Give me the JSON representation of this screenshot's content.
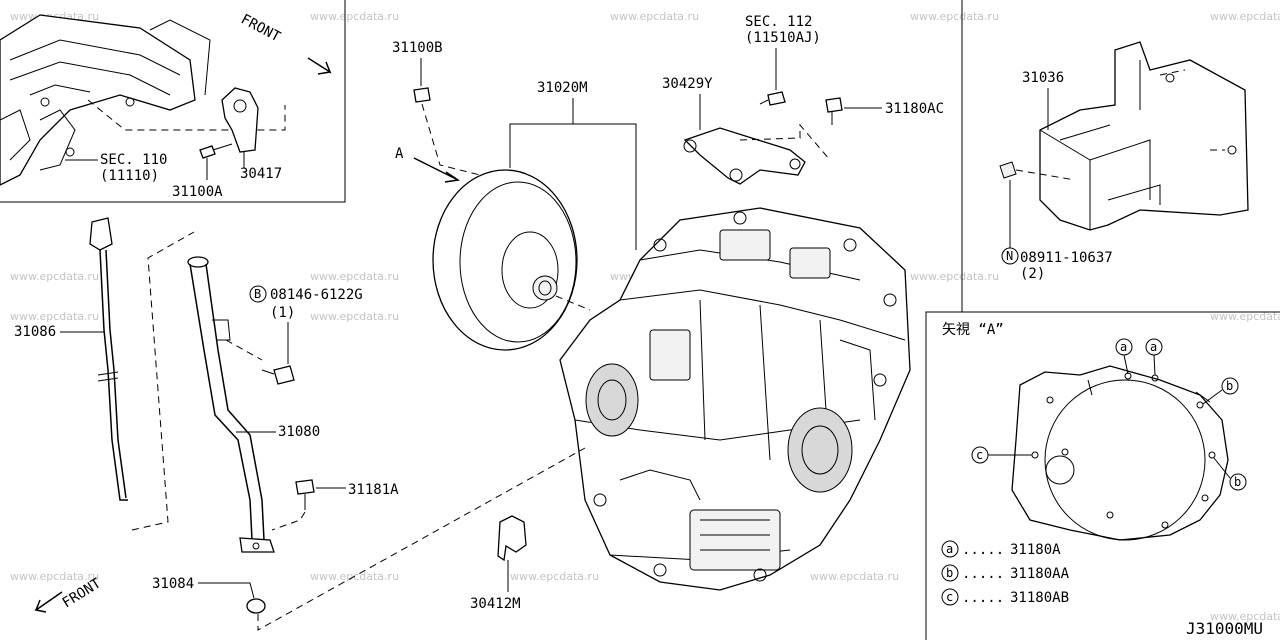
{
  "diagram_code": "J31000MU",
  "watermark": "www.epcdata.ru",
  "inset_front": {
    "front_label": "FRONT",
    "sec_110_line1": "SEC. 110",
    "sec_110_line2": "(11110)",
    "part_30417": "30417",
    "part_31100A": "31100A"
  },
  "parts": {
    "p31100B": "31100B",
    "p31020M": "31020M",
    "p30429Y": "30429Y",
    "sec_112_line1": "SEC. 112",
    "sec_112_line2": "(11510AJ)",
    "p31180AC": "31180AC",
    "p31036": "31036",
    "p08911_prefix": "N",
    "p08911": "08911-10637",
    "p08911_qty": "(2)",
    "p08146_prefix": "B",
    "p08146": "08146-6122G",
    "p08146_qty": "(1)",
    "p31086": "31086",
    "p31080": "31080",
    "p31181A": "31181A",
    "p31084": "31084",
    "p30412M": "30412M",
    "view_arrow": "A",
    "bottom_front": "FRONT"
  },
  "view_a": {
    "title": "矢視 “A”",
    "marker_a": "a",
    "marker_b": "b",
    "marker_c": "c",
    "legend": [
      {
        "marker": "a",
        "part": "31180A"
      },
      {
        "marker": "b",
        "part": "31180AA"
      },
      {
        "marker": "c",
        "part": "31180AB"
      }
    ],
    "leader_dots": "....."
  }
}
